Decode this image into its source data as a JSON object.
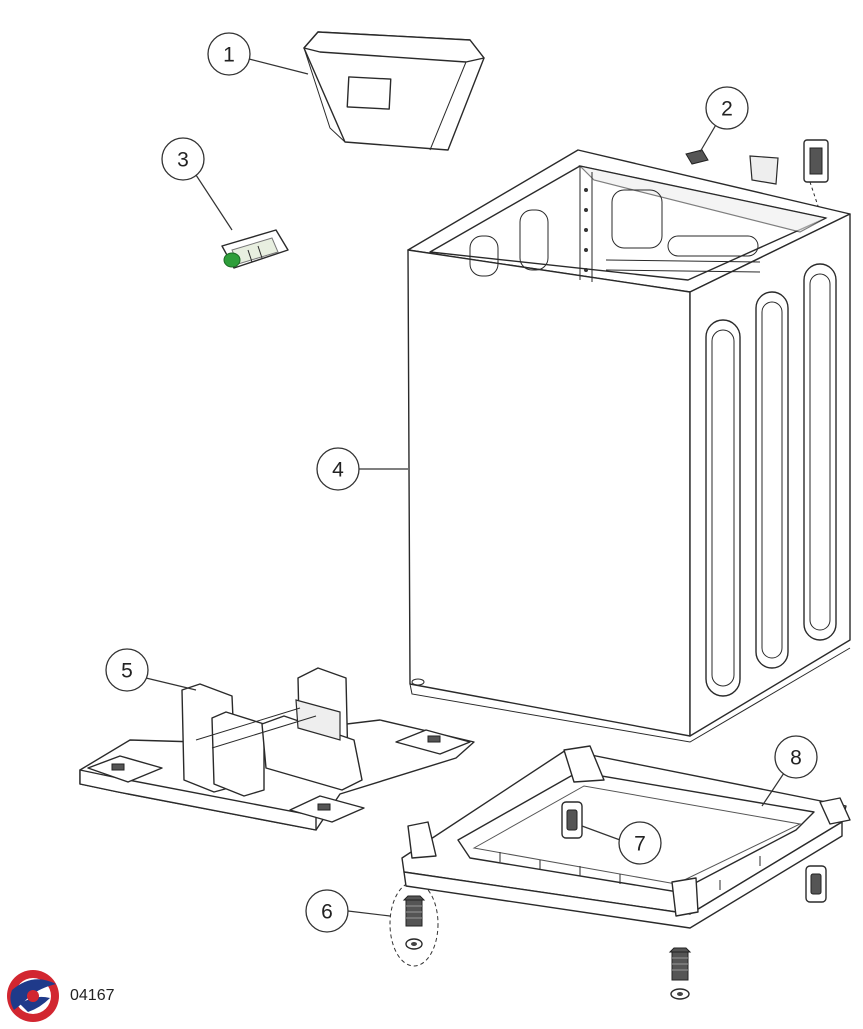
{
  "callouts": {
    "c1": "1",
    "c2": "2",
    "c3": "3",
    "c4": "4",
    "c5": "5",
    "c6": "6",
    "c7": "7",
    "c8": "8"
  },
  "diagram_code": "04167",
  "logo": {
    "colors": {
      "blue": "#1f3a8a",
      "red": "#d22630"
    }
  }
}
